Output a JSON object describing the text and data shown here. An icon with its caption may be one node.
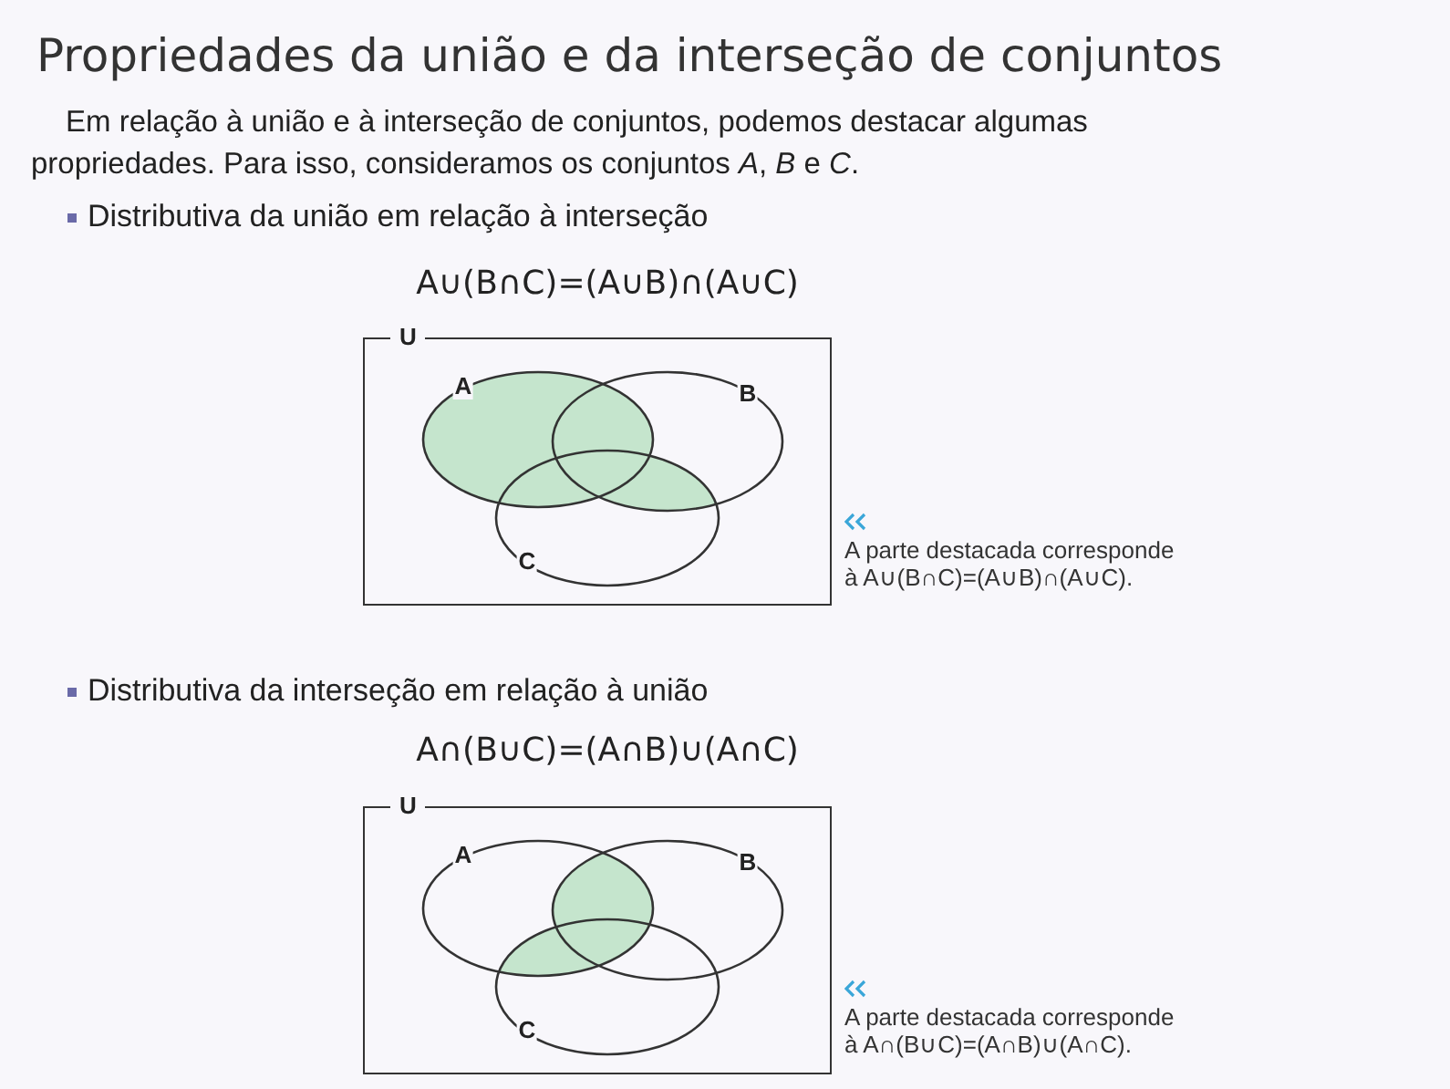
{
  "diagram": {
    "title": "Propriedades da união e da interseção de conjuntos",
    "nodes": [
      {
        "text": [
          "U"
        ]
      },
      {
        "text": [
          "A"
        ],
        "in": 0
      },
      {
        "text": [
          "B"
        ],
        "in": 0
      },
      {
        "text": [
          "C"
        ],
        "in": 0
      },
      {
        "text": [
          "U"
        ]
      },
      {
        "text": [
          "A"
        ],
        "in": 4
      },
      {
        "text": [
          "B"
        ],
        "in": 4
      },
      {
        "text": [
          "C"
        ],
        "in": 4
      }
    ],
    "edges": [],
    "labels": [
      "Em relação à união e à interseção de conjuntos, podemos destacar algumas propriedades. Para isso, consideramos os conjuntos *A*, *B* e *C*.",
      "Distributiva da união em relação à interseção",
      "A∪(B∩C)=(A∪B)∩(A∪C)",
      "A parte destacada corresponde à A∪(B∩C)=(A∪B)∩(A∪C).",
      "Distributiva da interseção em relação à união",
      "A∩(B∪C)=(A∩B)∪(A∩C)",
      "A parte destacada corresponde à A∩(B∪C)=(A∩B)∪(A∩C)."
    ]
  }
}
